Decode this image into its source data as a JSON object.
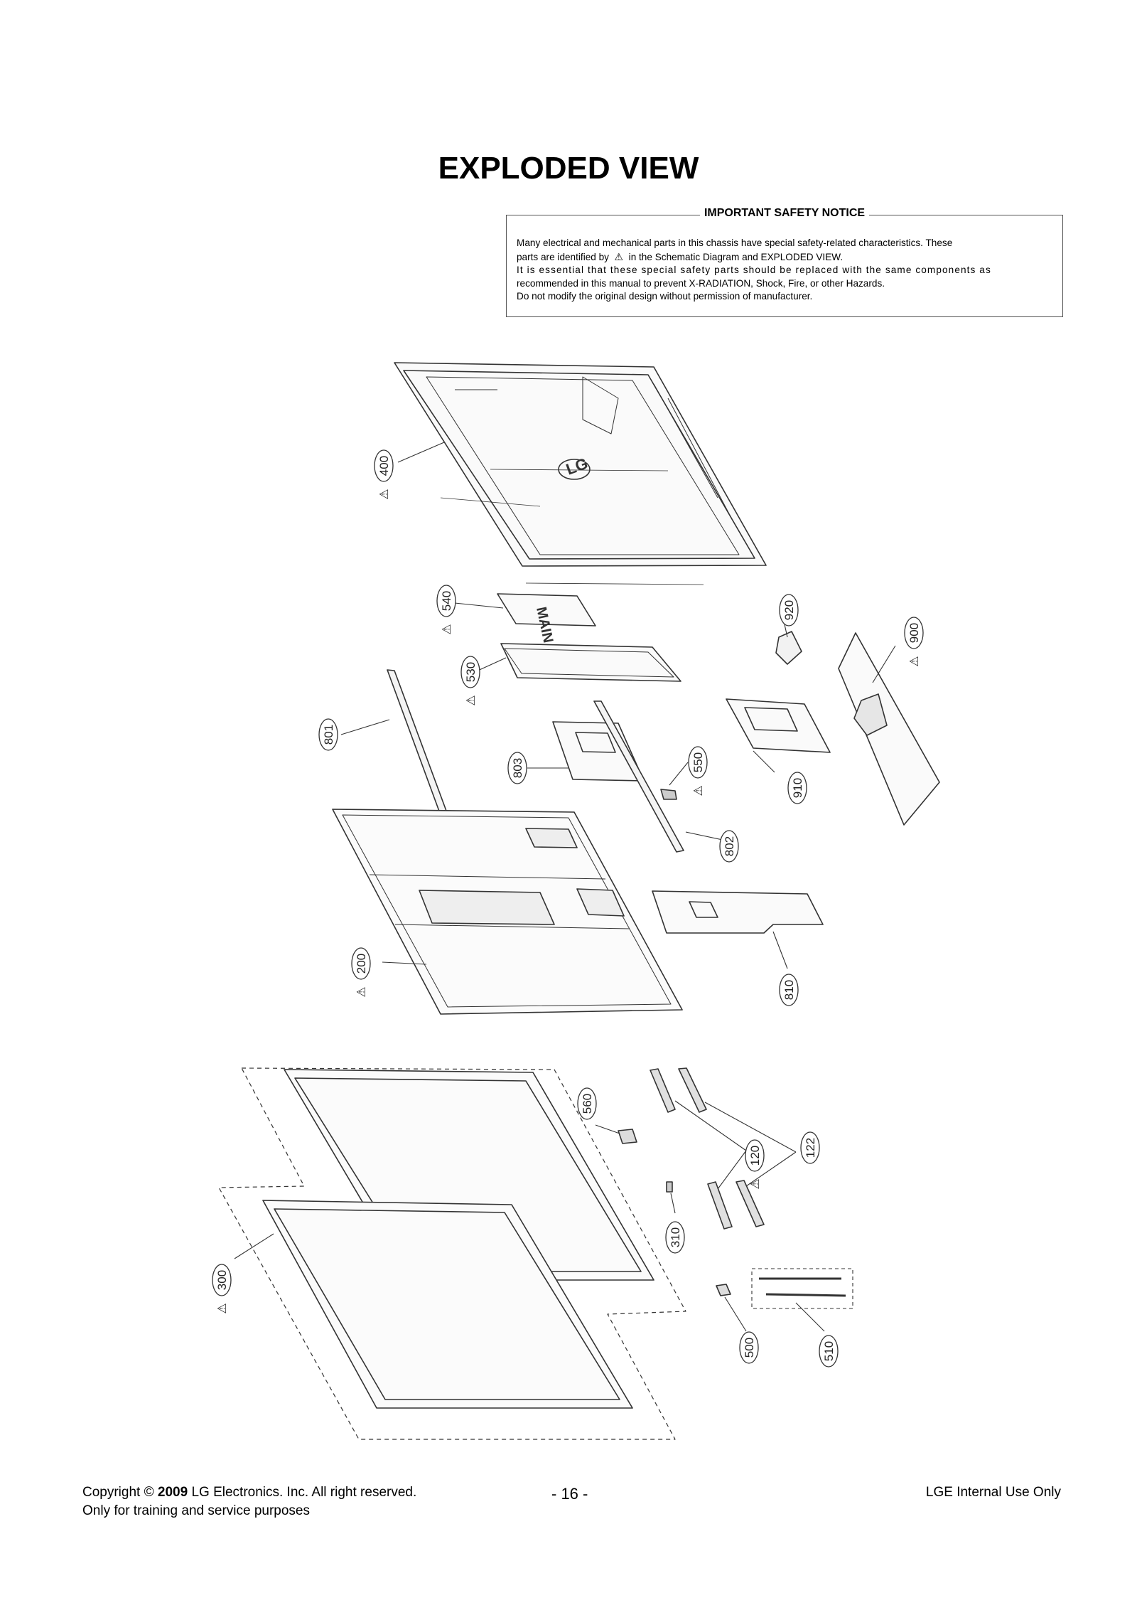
{
  "page": {
    "title": "EXPLODED VIEW"
  },
  "notice": {
    "title": "IMPORTANT SAFETY NOTICE",
    "line1": "Many electrical and mechanical parts in this chassis have special safety-related characteristics. These",
    "line2_a": "parts are identified by",
    "line2_symbol": "⚠",
    "line2_b": "in the Schematic Diagram and EXPLODED VIEW.",
    "line3": "It is essential that these special safety parts should be replaced with the same components as",
    "line4": "recommended in this manual to prevent X-RADIATION, Shock, Fire, or other Hazards.",
    "line5": "Do not modify the original design without permission of manufacturer."
  },
  "diagram": {
    "brand_logo": "LG",
    "main_board_label": "MAIN",
    "warning_symbol": "⚠",
    "parts": [
      {
        "id": "400",
        "safety": true
      },
      {
        "id": "540",
        "safety": true
      },
      {
        "id": "530",
        "safety": true
      },
      {
        "id": "920",
        "safety": false
      },
      {
        "id": "900",
        "safety": true
      },
      {
        "id": "801",
        "safety": false
      },
      {
        "id": "803",
        "safety": false
      },
      {
        "id": "550",
        "safety": true
      },
      {
        "id": "910",
        "safety": false
      },
      {
        "id": "802",
        "safety": false
      },
      {
        "id": "810",
        "safety": false
      },
      {
        "id": "200",
        "safety": true
      },
      {
        "id": "560",
        "safety": false
      },
      {
        "id": "120",
        "safety": true
      },
      {
        "id": "122",
        "safety": false
      },
      {
        "id": "310",
        "safety": false
      },
      {
        "id": "300",
        "safety": true
      },
      {
        "id": "500",
        "safety": false
      },
      {
        "id": "510",
        "safety": false
      }
    ]
  },
  "footer": {
    "copyright_prefix": "Copyright",
    "copyright_symbol": "©",
    "year": "2009",
    "company": "LG Electronics. Inc. All right reserved.",
    "purpose": "Only for training and service purposes",
    "page_number": "- 16 -",
    "internal": "LGE Internal Use Only"
  }
}
